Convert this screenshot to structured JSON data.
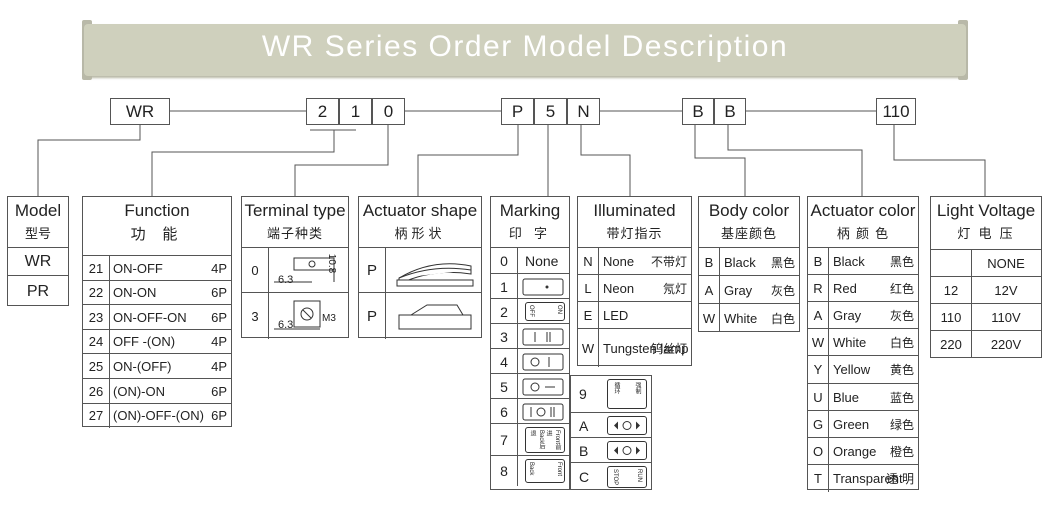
{
  "title": "WR Series Order Model Description",
  "code_boxes": {
    "series": "WR",
    "f1": "2",
    "f2": "1",
    "terminal": "0",
    "actuator": "P",
    "marking": "5",
    "illuminated": "N",
    "body": "B",
    "act_color": "B",
    "voltage": "110"
  },
  "model": {
    "title": "Model",
    "subtitle": "型号",
    "items": [
      "WR",
      "PR"
    ]
  },
  "function": {
    "title": "Function",
    "subtitle": "功 能",
    "rows": [
      {
        "code": "21",
        "label": "ON-OFF",
        "poles": "4P"
      },
      {
        "code": "22",
        "label": "ON-ON",
        "poles": "6P"
      },
      {
        "code": "23",
        "label": "ON-OFF-ON",
        "poles": "6P"
      },
      {
        "code": "24",
        "label": "OFF -(ON)",
        "poles": "4P"
      },
      {
        "code": "25",
        "label": "ON-(OFF)",
        "poles": "4P"
      },
      {
        "code": "26",
        "label": "(ON)-ON",
        "poles": "6P"
      },
      {
        "code": "27",
        "label": "(ON)-OFF-(ON)",
        "poles": "6P"
      }
    ]
  },
  "terminal": {
    "title": "Terminal type",
    "subtitle": "端子种类",
    "rows": [
      {
        "code": "0",
        "dim_a": "6.3",
        "dim_b": "10.8"
      },
      {
        "code": "3",
        "dim_a": "6.3",
        "screw": "M3"
      }
    ]
  },
  "actuator": {
    "title": "Actuator shape",
    "subtitle": "柄形状",
    "rows": [
      {
        "code": "P"
      },
      {
        "code": "P"
      }
    ]
  },
  "marking": {
    "title": "Marking",
    "subtitle": "印 字",
    "rows": [
      {
        "code": "0",
        "label": "None"
      },
      {
        "code": "1"
      },
      {
        "code": "2",
        "small_a": "OFF",
        "small_b": "ON"
      },
      {
        "code": "3"
      },
      {
        "code": "4"
      },
      {
        "code": "5"
      },
      {
        "code": "6"
      },
      {
        "code": "7",
        "small_a": "Back后退",
        "small_b": "Front前进"
      },
      {
        "code": "8",
        "small_a": "Back",
        "small_b": "Front"
      }
    ],
    "extra": [
      {
        "code": "9",
        "small_a": "循环",
        "small_b": "强制"
      },
      {
        "code": "A"
      },
      {
        "code": "B"
      },
      {
        "code": "C",
        "small_a": "STOP",
        "small_b": "RUN"
      }
    ]
  },
  "illuminated": {
    "title": "Illuminated",
    "subtitle": "带灯指示",
    "rows": [
      {
        "code": "N",
        "en": "None",
        "cn": "不带灯"
      },
      {
        "code": "L",
        "en": "Neon",
        "cn": "氖灯"
      },
      {
        "code": "E",
        "en": "LED",
        "cn": ""
      },
      {
        "code": "W",
        "en": "Tungsten lamp",
        "cn": "钨丝灯"
      }
    ]
  },
  "body_color": {
    "title": "Body color",
    "subtitle": "基座颜色",
    "rows": [
      {
        "code": "B",
        "en": "Black",
        "cn": "黑色"
      },
      {
        "code": "A",
        "en": "Gray",
        "cn": "灰色"
      },
      {
        "code": "W",
        "en": "White",
        "cn": "白色"
      }
    ]
  },
  "actuator_color": {
    "title": "Actuator color",
    "subtitle": "柄 颜 色",
    "rows": [
      {
        "code": "B",
        "en": "Black",
        "cn": "黑色"
      },
      {
        "code": "R",
        "en": "Red",
        "cn": "红色"
      },
      {
        "code": "A",
        "en": "Gray",
        "cn": "灰色"
      },
      {
        "code": "W",
        "en": "White",
        "cn": "白色"
      },
      {
        "code": "Y",
        "en": "Yellow",
        "cn": "黄色"
      },
      {
        "code": "U",
        "en": "Blue",
        "cn": "蓝色"
      },
      {
        "code": "G",
        "en": "Green",
        "cn": "绿色"
      },
      {
        "code": "O",
        "en": "Orange",
        "cn": "橙色"
      },
      {
        "code": "T",
        "en": "Transparent",
        "cn": "透 明"
      }
    ]
  },
  "light_voltage": {
    "title": "Light Voltage",
    "subtitle": "灯 电 压",
    "rows": [
      {
        "code": "",
        "label": "NONE"
      },
      {
        "code": "12",
        "label": "12V"
      },
      {
        "code": "110",
        "label": "110V"
      },
      {
        "code": "220",
        "label": "220V"
      }
    ]
  },
  "colors": {
    "banner": "#cfd0bd",
    "line": "#555555"
  }
}
